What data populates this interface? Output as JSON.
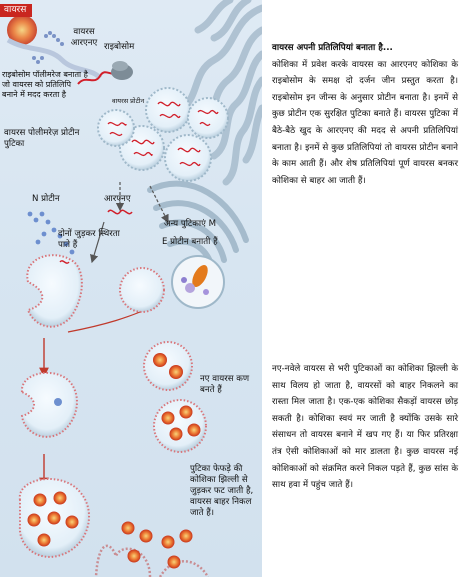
{
  "figure": {
    "labels": {
      "virus_banner": "वायरस",
      "virus_rna": "वायरस आरएनए",
      "ribosome": "राइबोसोम",
      "ribosome_polymerase": "राइबोसोम पॉलीमरेज बनाता है जो वायरस को प्रतिलिपि बनाने में मदद करता है",
      "virus_protein": "वायरस प्रोटीन",
      "polymerase_vesicle": "वायरस पोलीमरेज़ प्रोटीन पुटिका",
      "n_protein": "N प्रोटीन",
      "rna": "आरएनए",
      "other_vesicles": "अन्य पुटिकाएं M",
      "combine_stabilize": "दोनों जुड़कर स्थिरता पाते हैं",
      "e_protein": "E प्रोटीन बनाती हैं",
      "new_virus": "नए वायरस कण बनते हैं",
      "vesicle_burst": "पुटिका फेफड़े की कोशिका झिल्ली से जुड़कर फट जाती है, वायरस बाहर निकल जाते हैं।"
    }
  },
  "article": {
    "para1_title": "वायरस अपनी प्रतिलिपियां बनाता है...",
    "para1_body": "कोशिका में प्रवेश करके वायरस का आरएनए कोशिका के राइबोसोम के समक्ष दो दर्जन जीन प्रस्तुत करता है। राइबोसोम इन जीन्स के अनुसार प्रोटीन बनाता है। इनमें से कुछ प्रोटीन एक सुरक्षित पुटिका बनाते हैं। वायरस पुटिका में बैठे-बैठे खुद के आरएनए की मदद से अपनी प्रतिलिपियां बनाता है। इनमें से कुछ प्रतिलिपियां तो वायरस प्रोटीन बनाने के काम आती हैं। और शेष प्रतिलिपियां पूर्ण वायरस बनकर कोशिका से बाहर आ जाती हैं।",
    "para2": "नए-नवेले वायरस से भरी पुटिकाओं का कोशिका झिल्ली के साथ विलय हो जाता है, वायरसों को बाहर निकलने का रास्ता मिल जाता है। एक-एक कोशिका सैकड़ों वायरस छोड़ सकती है। कोशिका स्वयं मर जाती है क्योंकि उसके सारे संसाधन तो वायरस बनाने में खप गए हैं। या फिर प्रतिरक्षा तंत्र ऐसी कोशिकाओं को मार डालता है। कुछ वायरस नई कोशिकाओं को संक्रमित करने निकल पड़ते हैं, कुछ सांस के साथ हवा में पहुंच जाते हैं।"
  },
  "colors": {
    "banner": "#c9261f",
    "rna": "#d11f2a",
    "vesicle_fill": "#eaf4fb",
    "vesicle_rim": "#9fb8c9",
    "virus": "#e2542a",
    "virus_core": "#f6c36a",
    "protein_dots": "#5b7fc0",
    "er": "#a9bfd1"
  }
}
